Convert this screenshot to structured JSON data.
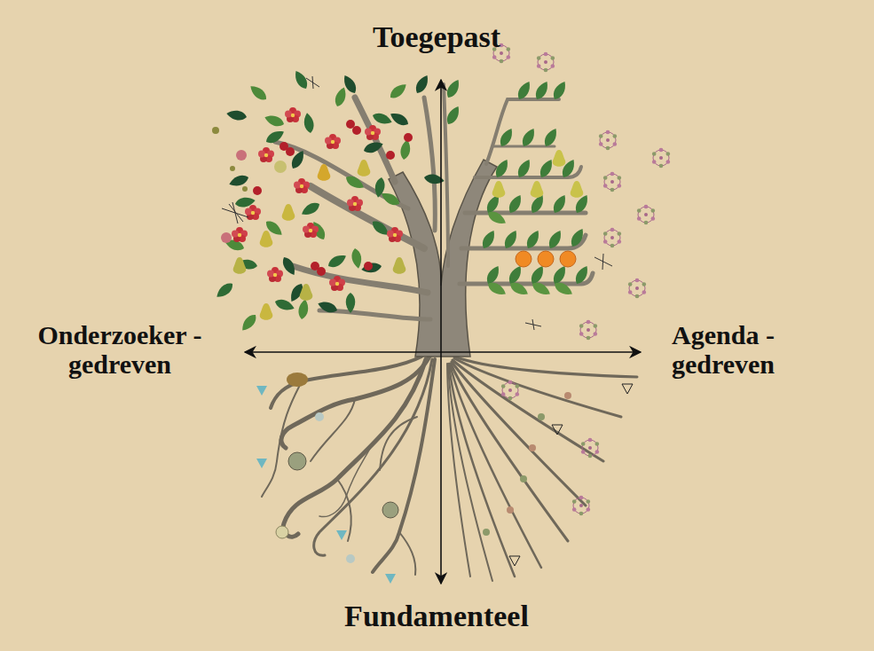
{
  "diagram": {
    "labels": [
      "Toegepast",
      "Onderzoeker - gedreven",
      "Agenda - gedreven",
      "Fundamenteel"
    ]
  }
}
